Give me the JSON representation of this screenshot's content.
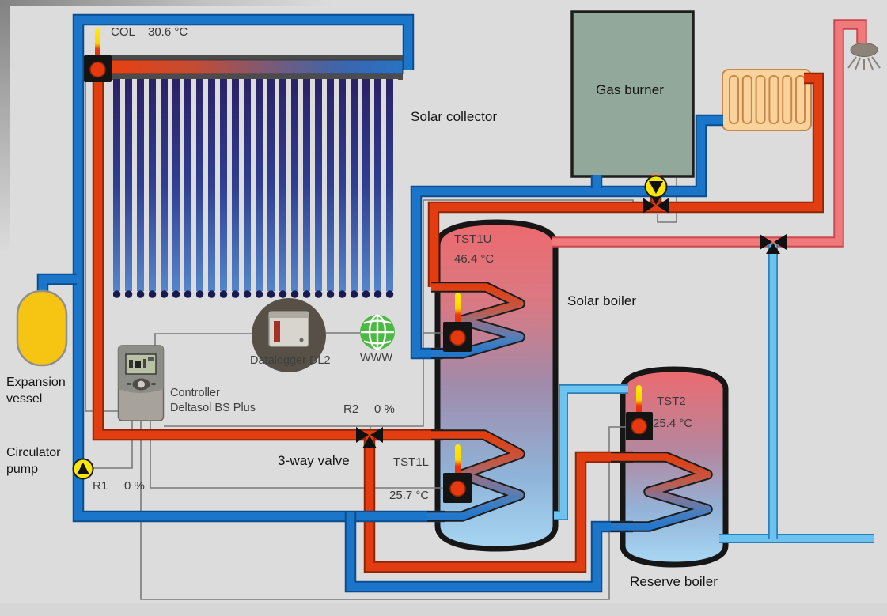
{
  "collector": {
    "sensor": "COL",
    "temp": "30.6 °C",
    "label": "Solar collector"
  },
  "gas_burner": {
    "label": "Gas burner"
  },
  "solar_boiler": {
    "label": "Solar boiler",
    "upper_sensor": "TST1U",
    "upper_temp": "46.4 °C",
    "lower_sensor": "TST1L",
    "lower_temp": "25.7 °C"
  },
  "reserve_boiler": {
    "label": "Reserve boiler",
    "sensor": "TST2",
    "temp": "25.4 °C"
  },
  "expansion_vessel": {
    "line1": "Expansion",
    "line2": "vessel"
  },
  "circulator_pump": {
    "line1": "Circulator",
    "line2": "pump",
    "relay": "R1",
    "value": "0 %"
  },
  "three_way_valve": {
    "label": "3-way valve",
    "relay": "R2",
    "value": "0 %"
  },
  "controller": {
    "line1": "Controller",
    "line2": "Deltasol BS Plus"
  },
  "datalogger": {
    "label": "Datalogger DL2"
  },
  "internet": {
    "label": "WWW"
  },
  "colors": {
    "solar_hot_pipe": "#e13d10",
    "solar_cold_pipe": "#1b75c8",
    "dhw_hot_pipe": "#f0797c",
    "cold_water_pipe": "#6cc3f0",
    "pump": "#ffe60a",
    "expansion_vessel": "#f6c413",
    "gas_burner_body": "#91a89b",
    "radiator_body": "#f9d29c",
    "www_globe": "#4cb944",
    "tank_gradient_top": "#ed6a70",
    "tank_gradient_bottom": "#a7d6f2"
  }
}
